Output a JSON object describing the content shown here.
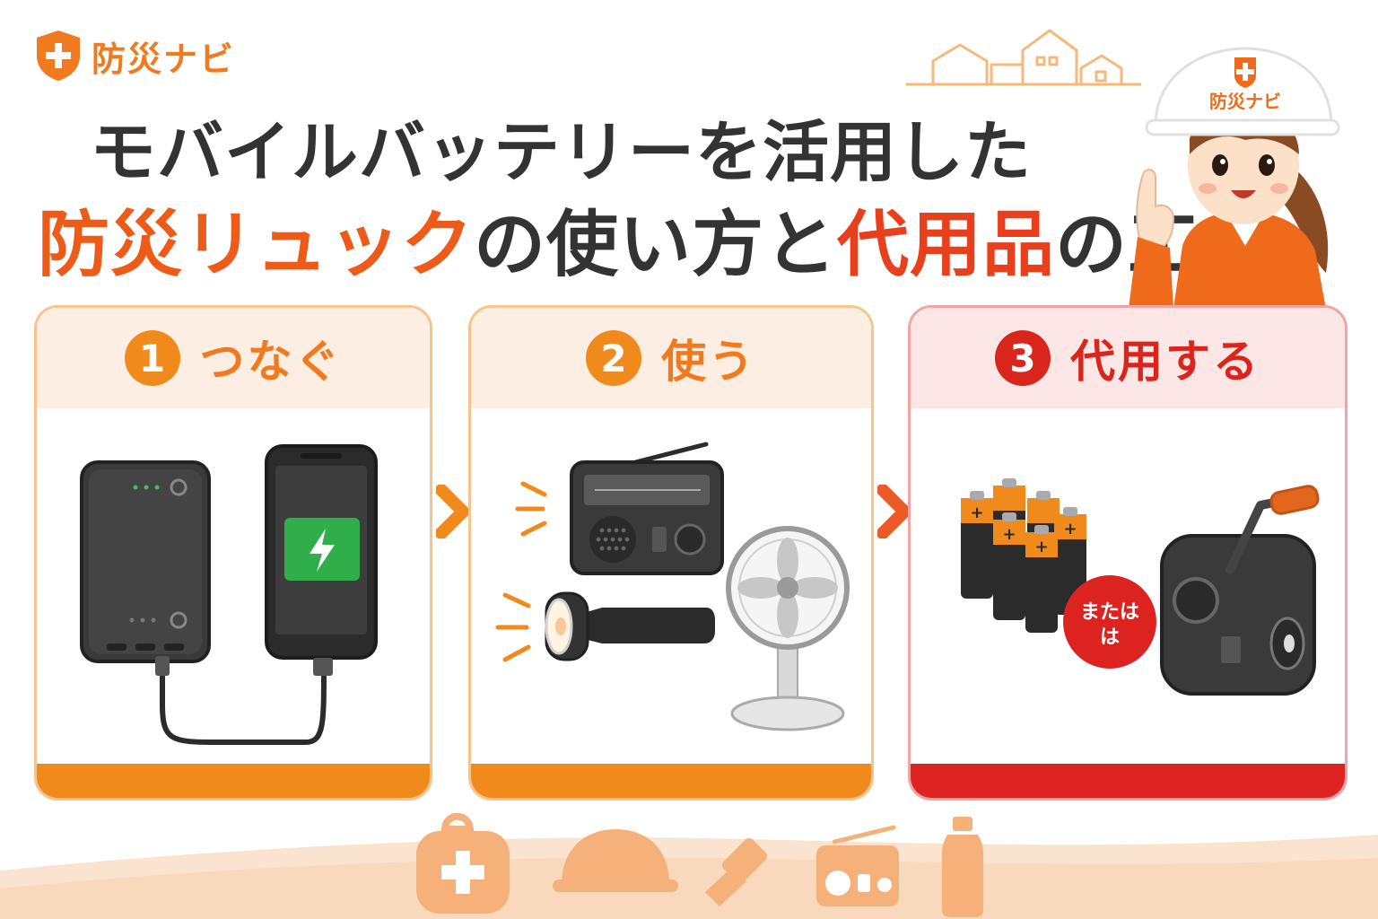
{
  "brand": {
    "name": "防災ナビ",
    "helmet_text": "防災ナビ"
  },
  "title": {
    "line1": "モバイルバッテリーを活用した",
    "line2_part1": "防災リュック",
    "line2_part2": "の使い方と",
    "line2_part3": "代用品",
    "line2_part4": "の工夫"
  },
  "steps": [
    {
      "number": "1",
      "label": "つなぐ"
    },
    {
      "number": "2",
      "label": "使う"
    },
    {
      "number": "3",
      "label": "代用する"
    }
  ],
  "or_badge": {
    "line1": "または",
    "line2": "は"
  },
  "colors": {
    "orange": "#f08a1d",
    "red": "#dd2320",
    "dark": "#333333",
    "green": "#2fae4a"
  },
  "icons": [
    "shield-plus-icon",
    "power-bank-icon",
    "smartphone-icon",
    "radio-icon",
    "flashlight-icon",
    "fan-icon",
    "battery-icon",
    "hand-crank-light-icon",
    "backpack-icon",
    "helmet-icon",
    "water-bottle-icon",
    "house-icon"
  ]
}
